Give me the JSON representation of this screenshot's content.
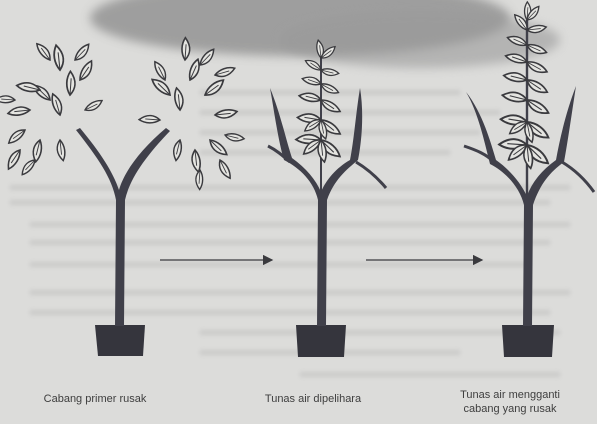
{
  "captions": {
    "stage_1": "Cabang primer rusak",
    "stage_2": "Tunas air dipelihara",
    "stage_3_line1": "Tunas air mengganti",
    "stage_3_line2": "cabang yang rusak"
  },
  "colors": {
    "background": "#dcdcda",
    "ink": "#3a3a3e",
    "trunk": "#40404a",
    "pot": "#35353d",
    "leaf_fill": "#e4e4e0",
    "smudge": "#8a8a8a"
  }
}
